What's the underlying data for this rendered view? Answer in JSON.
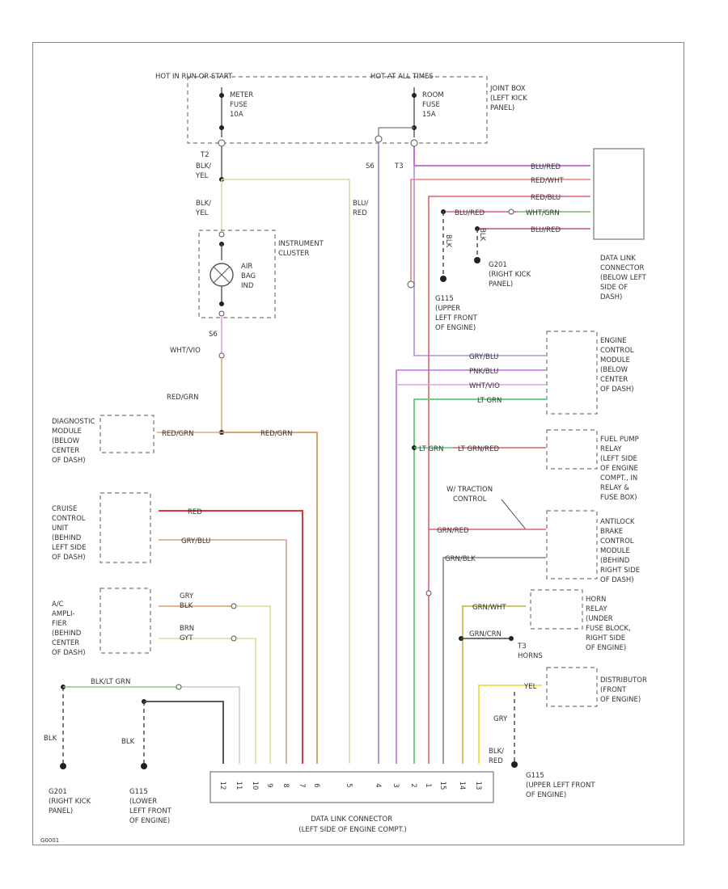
{
  "labels": {
    "hot_run_start": "HOT IN RUN OR START",
    "hot_all_times": "HOT AT ALL TIMES",
    "meter_fuse": [
      "METER",
      "FUSE",
      "10A"
    ],
    "room_fuse": [
      "ROOM",
      "FUSE",
      "15A"
    ],
    "joint_box": [
      "JOINT BOX",
      "(LEFT KICK",
      "PANEL)"
    ],
    "t2_left": "T2",
    "blk_yel_1": [
      "BLK/",
      "YEL"
    ],
    "blk_yel_2": [
      "BLK/",
      "YEL"
    ],
    "s6_a": "S6",
    "t3_top": "T3",
    "blu_red": [
      "BLU/",
      "RED"
    ],
    "instrument_cluster": [
      "INSTRUMENT",
      "CLUSTER"
    ],
    "air_bag_ind": [
      "AIR",
      "BAG",
      "IND"
    ],
    "s6_b": "S6",
    "wht_vio": "WHT/VIO",
    "red_grn_v": "RED/GRN",
    "diag_module": [
      "DIAGNOSTIC",
      "MODULE",
      "(BELOW",
      "CENTER",
      "OF DASH)"
    ],
    "red_grn_h1": "RED/GRN",
    "red_grn_h2": "RED/GRN",
    "dlc_right_wires": [
      "BLU/RED",
      "RED/WHT",
      "RED/BLU",
      "BLU/RED",
      "WHT/GRN",
      "BLU/RED"
    ],
    "blk_a": "BLK",
    "blk_b": "BLK",
    "g201": [
      "G201",
      "(RIGHT KICK",
      "PANEL)"
    ],
    "g115": [
      "G115",
      "(UPPER",
      "LEFT FRONT",
      "OF ENGINE)"
    ],
    "dlc_dash": [
      "DATA LINK",
      "CONNECTOR",
      "(BELOW LEFT",
      "SIDE OF",
      "DASH)"
    ],
    "ecm_wires": [
      "GRY/BLU",
      "PNK/BLU",
      "WHT/VIO",
      "LT GRN"
    ],
    "ecm": [
      "ENGINE",
      "CONTROL",
      "MODULE",
      "(BELOW",
      "CENTER",
      "OF DASH)"
    ],
    "lt_grn": "LT GRN",
    "lt_grn_red": "LT GRN/RED",
    "fuel_pump": [
      "FUEL PUMP",
      "RELAY",
      "(LEFT SIDE",
      "OF ENGINE",
      "COMPT., IN",
      "RELAY &",
      "FUSE BOX)"
    ],
    "traction": [
      "W/ TRACTION",
      "CONTROL"
    ],
    "cruise": [
      "CRUISE",
      "CONTROL",
      "UNIT",
      "(BEHIND",
      "LEFT SIDE",
      "OF DASH)"
    ],
    "red": "RED",
    "gry_blu": "GRY/BLU",
    "grn_red": "GRN/RED",
    "grn_blk": "GRN/BLK",
    "abs_module": [
      "ANTILOCK",
      "BRAKE",
      "CONTROL",
      "MODULE",
      "(BEHIND",
      "RIGHT SIDE",
      "OF DASH)"
    ],
    "ac_amp": [
      "A/C",
      "AMPLI-",
      "FIER",
      "(BEHIND",
      "CENTER",
      "OF DASH)"
    ],
    "ac_wire1": [
      "GRY",
      "BLK"
    ],
    "ac_wire2": [
      "BRN",
      "GYT"
    ],
    "horn_wire": "GRN/WHT",
    "horn_relay": [
      "HORN",
      "RELAY",
      "(UNDER",
      "FUSE BLOCK,",
      "RIGHT SIDE",
      "OF ENGINE)"
    ],
    "horn_wire2": "GRN/CRN",
    "t3_horns": [
      "T3",
      "HORNS"
    ],
    "blk_lt_grn": "BLK/LT GRN",
    "distributor": [
      "DISTRIBUTOR",
      "(FRONT",
      "OF ENGINE)"
    ],
    "gry": "GRY",
    "blk_red": [
      "BLK/",
      "RED"
    ],
    "yel": "YEL",
    "blk_c": "BLK",
    "blk_d": "BLK",
    "g201_bottom": [
      "G201",
      "(RIGHT KICK",
      "PANEL)"
    ],
    "g115_bottom": [
      "G115",
      "(LOWER",
      "LEFT FRONT",
      "OF ENGINE)"
    ],
    "g115_right": [
      "G115",
      "(UPPER LEFT FRONT",
      "OF ENGINE)"
    ],
    "dlc_engine": [
      "DATA LINK CONNECTOR",
      "(LEFT SIDE OF ENGINE COMPT.)"
    ],
    "pin_numbers": [
      "12",
      "11",
      "10",
      "9",
      "8",
      "7",
      "6",
      "5",
      "4",
      "3",
      "2",
      "1",
      "15",
      "14",
      "13"
    ],
    "figure_id": "G0001"
  }
}
